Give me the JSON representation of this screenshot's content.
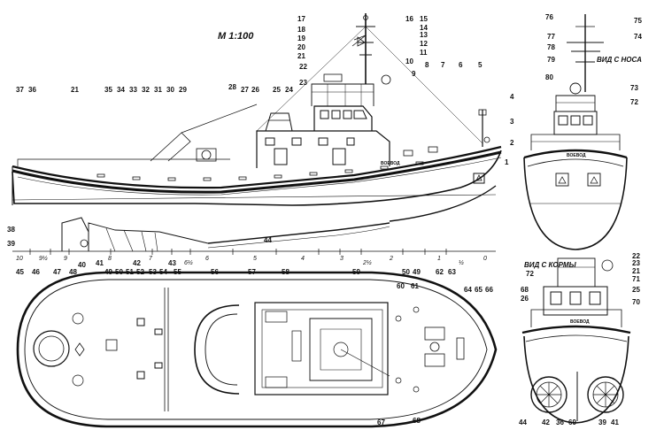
{
  "scale": "М 1:100",
  "views": {
    "bow": "ВИД С НОСА",
    "stern": "ВИД С КОРМЫ"
  },
  "side_callouts": [
    "1",
    "2",
    "3",
    "4",
    "5",
    "6",
    "7",
    "8",
    "9",
    "10",
    "11",
    "12",
    "13",
    "14",
    "15",
    "16",
    "17",
    "18",
    "19",
    "20",
    "21",
    "22",
    "23",
    "24",
    "25",
    "26",
    "27",
    "28",
    "29",
    "30",
    "31",
    "32",
    "33",
    "34",
    "35",
    "21",
    "37",
    "36"
  ],
  "underwater_callouts": [
    "38",
    "39",
    "40",
    "41",
    "42",
    "43",
    "44"
  ],
  "deck_callouts": [
    "45",
    "46",
    "47",
    "48",
    "49",
    "50",
    "51",
    "52",
    "53",
    "54",
    "55",
    "56",
    "57",
    "58",
    "59",
    "50",
    "49",
    "62",
    "63",
    "64",
    "65",
    "66",
    "67",
    "60",
    "61",
    "68"
  ],
  "bow_callouts": [
    "76",
    "75",
    "77",
    "74",
    "78",
    "79",
    "80",
    "73",
    "72"
  ],
  "stern_callouts": [
    "22",
    "23",
    "21",
    "71",
    "72",
    "68",
    "26",
    "25",
    "70",
    "44",
    "42",
    "36",
    "69",
    "39",
    "41"
  ],
  "stations": [
    "10",
    "9½",
    "9",
    "8",
    "7",
    "6½",
    "6",
    "5",
    "4",
    "3",
    "2½",
    "2",
    "1",
    "½",
    "0"
  ],
  "hull_name": "ВОЕВОД",
  "colors": {
    "ink": "#111111",
    "paper": "#ffffff"
  }
}
